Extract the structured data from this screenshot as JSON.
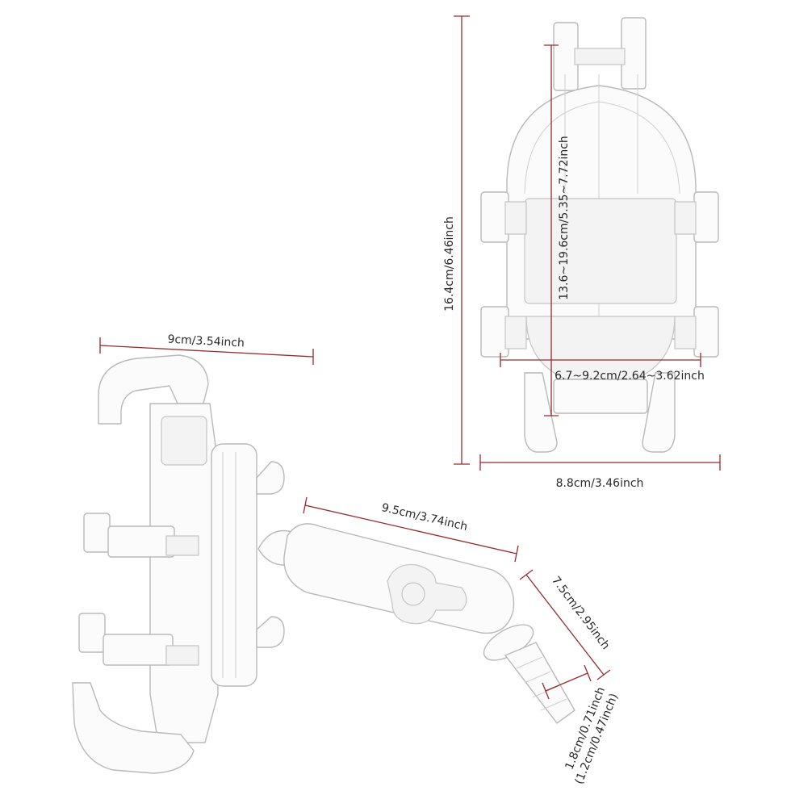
{
  "colors": {
    "dimension_line": "#9a2a2a",
    "outline": "#b9b9b9",
    "part_fill": "#fbfbfb",
    "background": "#ffffff"
  },
  "dimensions": {
    "front_height": "16.4cm/6.46inch",
    "front_width": "8.8cm/3.46inch",
    "clamp_range_vertical": "13.6~19.6cm/5.35~7.72inch",
    "clamp_range_horizontal": "6.7~9.2cm/2.64~3.62inch",
    "side_width": "9cm/3.54inch",
    "arm_length": "9.5cm/3.74inch",
    "base_length": "7.5cm/2.95inch",
    "bolt_size": "1.8cm/0.71inch",
    "bolt_size_alt": "(1.2cm/0.47inch)"
  }
}
